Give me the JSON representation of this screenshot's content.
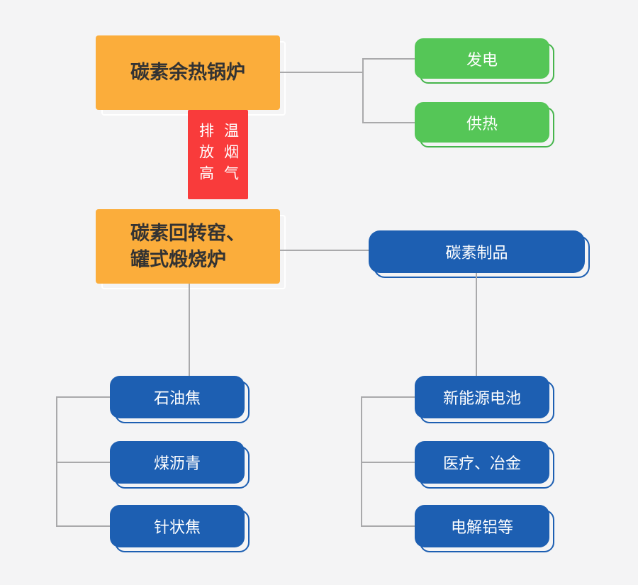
{
  "diagram": {
    "title": "carbon-waste-heat-boiler-flow-diagram",
    "colors": {
      "background": "#f4f4f5",
      "orange": "#fbad3b",
      "green": "#55c657",
      "blue": "#1d5fb2",
      "red": "#f93b3b",
      "line": "#a9a9ab",
      "dark_text": "#333333"
    },
    "nodes": {
      "boiler": {
        "label": "碳素余热锅炉"
      },
      "power": {
        "label": "发电"
      },
      "heating": {
        "label": "供热"
      },
      "flue_gas": {
        "col_left": "排放高",
        "col_right": "温烟气"
      },
      "kiln": {
        "line1": "碳素回转窑、",
        "line2": "罐式煅烧炉"
      },
      "products": {
        "label": "碳素制品"
      },
      "left_items": [
        {
          "label": "石油焦"
        },
        {
          "label": "煤沥青"
        },
        {
          "label": "针状焦"
        }
      ],
      "right_items": [
        {
          "label": "新能源电池"
        },
        {
          "label": "医疗、冶金"
        },
        {
          "label": "电解铝等"
        }
      ]
    }
  }
}
